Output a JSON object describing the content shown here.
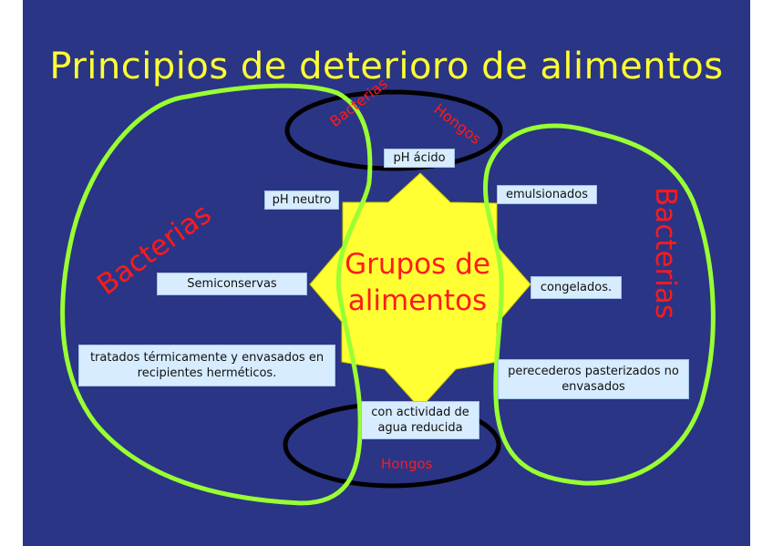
{
  "title": "Principios de deterioro de alimentos",
  "center_label": "Grupos de alimentos",
  "boxes": {
    "ph_acido": "pH ácido",
    "ph_neutro": "pH neutro",
    "emulsionados": "emulsionados",
    "semiconservas": "Semiconservas",
    "congelados": "congelados.",
    "tratados": "tratados térmicamente y envasados en recipientes herméticos.",
    "perecederos": "perecederos pasterizados no envasados",
    "actividad": "con actividad de agua reducida"
  },
  "regions": {
    "bacterias_left": "Bacterias",
    "bacterias_right": "Bacterias",
    "bacterias_top": "Bacterias",
    "hongos_top": "Hongos",
    "hongos_bottom": "Hongos"
  },
  "colors": {
    "background": "#2a3585",
    "title": "#ffff33",
    "star": "#ffff33",
    "green_outline": "#99ff33",
    "red_text": "#ff1a1a",
    "box_fill": "#d7ecff"
  }
}
